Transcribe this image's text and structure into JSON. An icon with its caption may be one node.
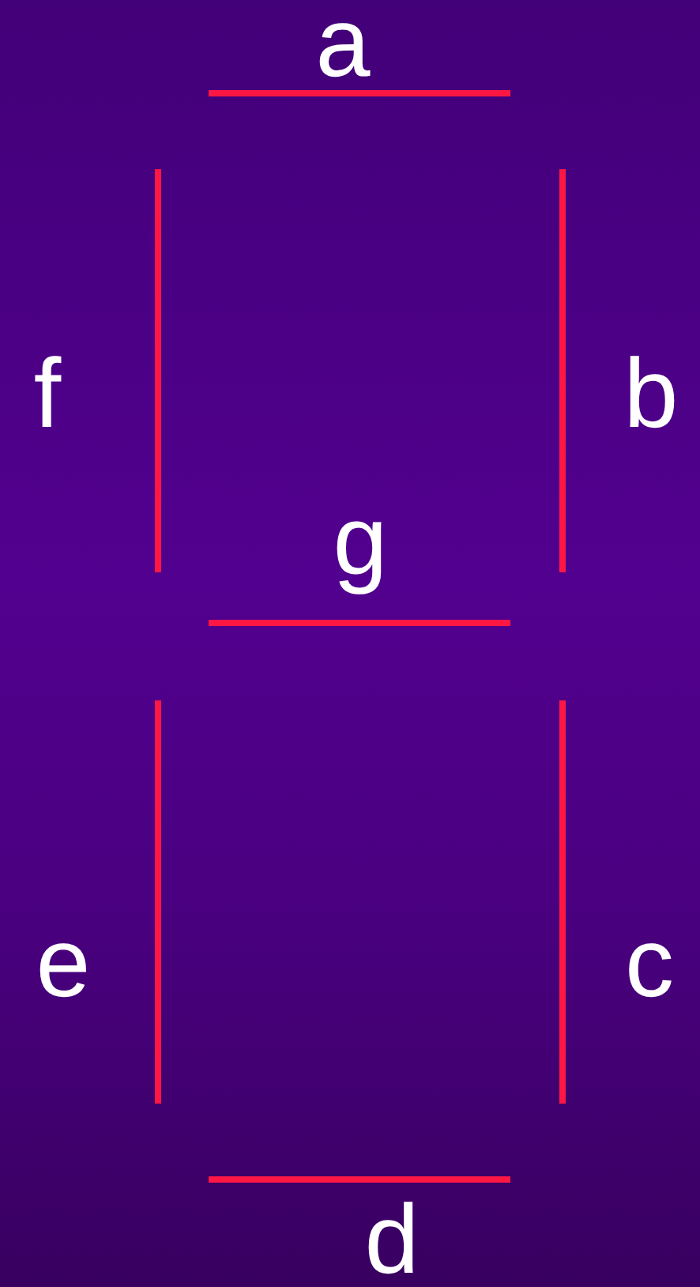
{
  "diagram": {
    "nodes": [
      {
        "text": [],
        "shape": "bar",
        "beside": [
          "a"
        ]
      },
      {
        "text": [],
        "shape": "bar",
        "beside": [
          "f"
        ]
      },
      {
        "text": [],
        "shape": "bar",
        "beside": [
          "b"
        ]
      },
      {
        "text": [],
        "shape": "bar",
        "beside": [
          "g"
        ]
      },
      {
        "text": [],
        "shape": "bar",
        "beside": [
          "e"
        ]
      },
      {
        "text": [],
        "shape": "bar",
        "beside": [
          "c"
        ]
      },
      {
        "text": [],
        "shape": "bar",
        "beside": [
          "d"
        ]
      }
    ]
  }
}
